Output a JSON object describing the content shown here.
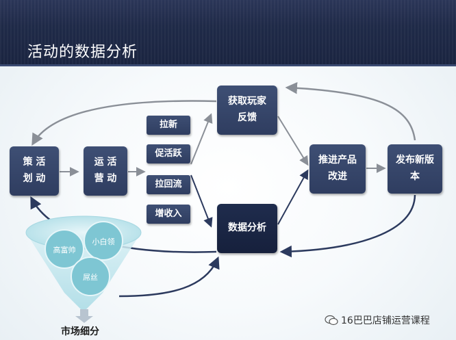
{
  "title": "活动的数据分析",
  "nodes": {
    "plan": "策 活\n划 动",
    "operate": "运 活\n营 动",
    "pull_new": "拉新",
    "promote_active": "促活跃",
    "recall": "拉回流",
    "increase_revenue": "增收入",
    "feedback": "获取玩家\n反馈",
    "analysis": "数据分析",
    "improve": "推进产品\n改进",
    "release": "发布新版\n本"
  },
  "funnel": {
    "label": "市场细分",
    "segments": [
      "高富帅",
      "小白领",
      "屌丝"
    ]
  },
  "watermark": "16巴巴店铺运营课程",
  "colors": {
    "header": "#1f2a48",
    "node": "#34446a",
    "node_dark": "#1a243f",
    "funnel": "#8fd0dc",
    "arrow": "#8a8f97",
    "arrow_dark": "#2c3a5e"
  }
}
